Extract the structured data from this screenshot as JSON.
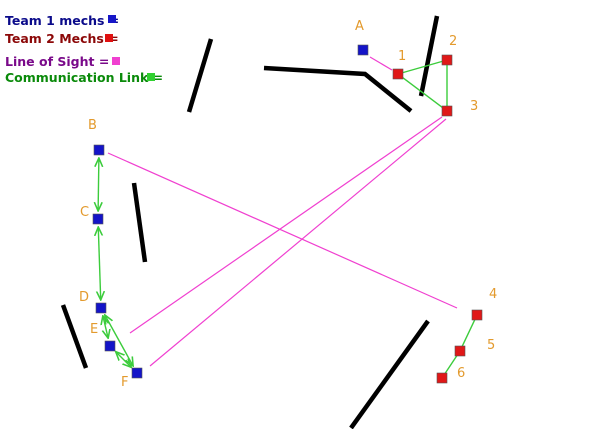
{
  "legend": {
    "team1": {
      "text": "Team 1 mechs = ",
      "color": "#0a0a8a",
      "swatch": "#1616c8"
    },
    "team2": {
      "text": "Team 2 Mechs = ",
      "color": "#8c0808",
      "swatch": "#e01010"
    },
    "los": {
      "text": "Line of Sight = ",
      "color": "#7a0a8a",
      "swatch": "#f040d0"
    },
    "comm": {
      "text": "Communication Link = ",
      "color": "#0a8a0a",
      "swatch": "#30d030"
    }
  },
  "colors": {
    "team1": "#1414c8",
    "team2": "#e01818",
    "los": "#f040d0",
    "comm": "#3ccc3c",
    "wall": "#000000",
    "label": "#e39a2d"
  },
  "mechs": {
    "team1": [
      {
        "id": "A",
        "label": "A"
      },
      {
        "id": "B",
        "label": "B"
      },
      {
        "id": "C",
        "label": "C"
      },
      {
        "id": "D",
        "label": "D"
      },
      {
        "id": "E",
        "label": "E"
      },
      {
        "id": "F",
        "label": "F"
      }
    ],
    "team2": [
      {
        "id": "1",
        "label": "1"
      },
      {
        "id": "2",
        "label": "2"
      },
      {
        "id": "3",
        "label": "3"
      },
      {
        "id": "4",
        "label": "4"
      },
      {
        "id": "5",
        "label": "5"
      },
      {
        "id": "6",
        "label": "6"
      }
    ]
  },
  "line_of_sight": [
    [
      "A",
      "1"
    ],
    [
      "B",
      "4"
    ],
    [
      "D",
      "3"
    ],
    [
      "F",
      "3"
    ]
  ],
  "communication_links": [
    [
      "B",
      "C"
    ],
    [
      "C",
      "D"
    ],
    [
      "D",
      "E"
    ],
    [
      "D",
      "F"
    ],
    [
      "E",
      "F"
    ],
    [
      "1",
      "2"
    ],
    [
      "1",
      "3"
    ],
    [
      "2",
      "3"
    ],
    [
      "4",
      "5"
    ],
    [
      "5",
      "6"
    ]
  ]
}
